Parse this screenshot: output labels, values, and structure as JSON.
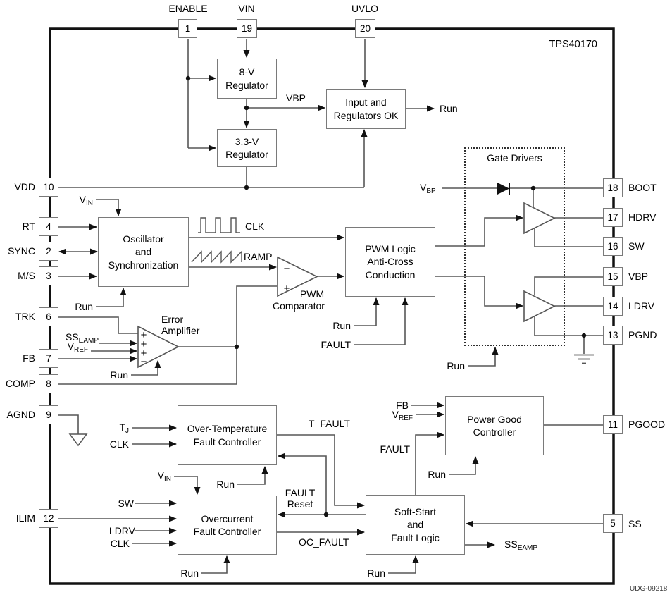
{
  "title": "TPS40170",
  "figure_code": "UDG-09218",
  "pins": {
    "enable": {
      "num": "1",
      "name": "ENABLE"
    },
    "vin": {
      "num": "19",
      "name": "VIN"
    },
    "uvlo": {
      "num": "20",
      "name": "UVLO"
    },
    "vdd": {
      "num": "10",
      "name": "VDD"
    },
    "rt": {
      "num": "4",
      "name": "RT"
    },
    "sync": {
      "num": "2",
      "name": "SYNC"
    },
    "ms": {
      "num": "3",
      "name": "M/S"
    },
    "trk": {
      "num": "6",
      "name": "TRK"
    },
    "fb": {
      "num": "7",
      "name": "FB"
    },
    "comp": {
      "num": "8",
      "name": "COMP"
    },
    "agnd": {
      "num": "9",
      "name": "AGND"
    },
    "ilim": {
      "num": "12",
      "name": "ILIM"
    },
    "boot": {
      "num": "18",
      "name": "BOOT"
    },
    "hdrv": {
      "num": "17",
      "name": "HDRV"
    },
    "sw": {
      "num": "16",
      "name": "SW"
    },
    "vbp": {
      "num": "15",
      "name": "VBP"
    },
    "ldrv": {
      "num": "14",
      "name": "LDRV"
    },
    "pgnd": {
      "num": "13",
      "name": "PGND"
    },
    "pgood": {
      "num": "11",
      "name": "PGOOD"
    },
    "ss": {
      "num": "5",
      "name": "SS"
    }
  },
  "blocks": {
    "reg8v": {
      "line1": "8-V",
      "line2": "Regulator"
    },
    "reg33v": {
      "line1": "3.3-V",
      "line2": "Regulator"
    },
    "input_ok": {
      "line1": "Input and",
      "line2": "Regulators OK"
    },
    "oscillator": {
      "line1": "Oscillator",
      "line2": "and",
      "line3": "Synchronization"
    },
    "pwm_logic": {
      "line1": "PWM Logic",
      "line2": "Anti-Cross",
      "line3": "Conduction"
    },
    "gate_drivers": {
      "title": "Gate Drivers"
    },
    "error_amp": {
      "line1": "Error",
      "line2": "Amplifier"
    },
    "pwm_comp": {
      "line1": "PWM",
      "line2": "Comparator"
    },
    "ot_fault": {
      "line1": "Over-Temperature",
      "line2": "Fault Controller"
    },
    "oc_fault": {
      "line1": "Overcurrent",
      "line2": "Fault Controller"
    },
    "soft_start": {
      "line1": "Soft-Start",
      "line2": "and",
      "line3": "Fault Logic"
    },
    "power_good": {
      "line1": "Power Good",
      "line2": "Controller"
    }
  },
  "signals": {
    "run": "Run",
    "clk": "CLK",
    "ramp": "RAMP",
    "vbp": "VBP",
    "fault": "FAULT",
    "t_fault": "T_FAULT",
    "oc_fault": "OC_FAULT",
    "fault_reset_line1": "FAULT",
    "fault_reset_line2": "Reset",
    "sw": "SW",
    "ldrv": "LDRV",
    "fb": "FB",
    "v_in": {
      "base": "V",
      "sub": "IN"
    },
    "v_ref": {
      "base": "V",
      "sub": "REF"
    },
    "v_bp": {
      "base": "V",
      "sub": "BP"
    },
    "ss_eamp": {
      "base": "SS",
      "sub": "EAMP"
    },
    "t_j": {
      "base": "T",
      "sub": "J"
    }
  },
  "signs": {
    "eamp": [
      "+",
      "+",
      "+",
      "−"
    ],
    "comp": [
      "−",
      "+"
    ]
  },
  "colors": {
    "chip_border": "#111111",
    "box_border": "#7a7a7a",
    "wire": "#565656",
    "arrow": "#111111",
    "background": "#ffffff"
  }
}
